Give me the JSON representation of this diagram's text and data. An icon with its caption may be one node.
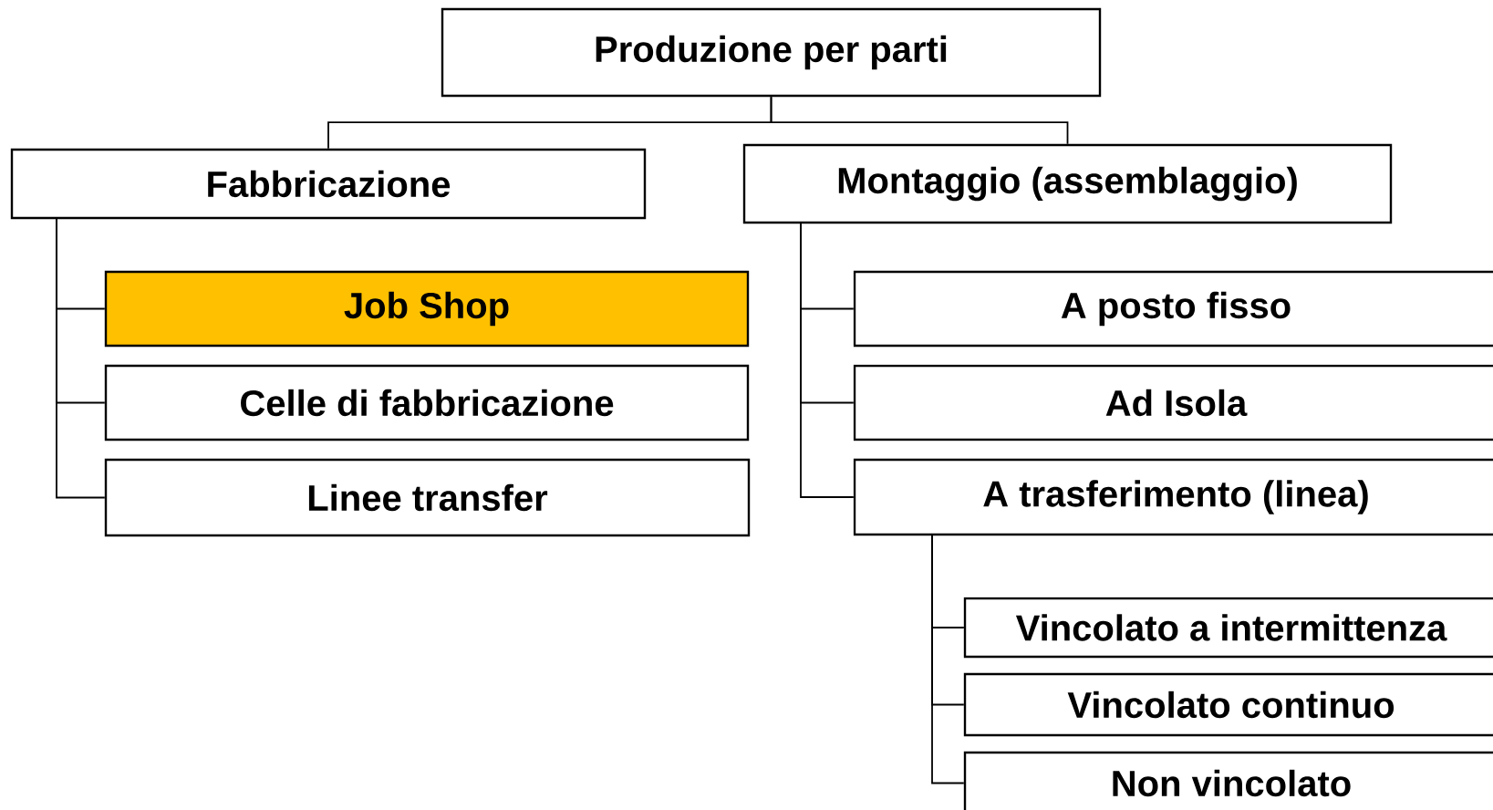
{
  "diagram": {
    "nodes": [
      {
        "text": [
          "Produzione per parti"
        ]
      },
      {
        "text": [
          "Fabbricazione"
        ]
      },
      {
        "text": [
          "Montaggio (assemblaggio)"
        ]
      },
      {
        "text": [
          "Job Shop"
        ]
      },
      {
        "text": [
          "Celle di fabbricazione"
        ]
      },
      {
        "text": [
          "Linee transfer"
        ]
      },
      {
        "text": [
          "A posto fisso"
        ]
      },
      {
        "text": [
          "Ad Isola"
        ]
      },
      {
        "text": [
          "A trasferimento (linea)"
        ]
      },
      {
        "text": [
          "Vincolato a intermittenza"
        ]
      },
      {
        "text": [
          "Vincolato continuo"
        ]
      },
      {
        "text": [
          "Non vincolato"
        ]
      }
    ],
    "edges": [
      {
        "from": 0,
        "to": 1,
        "arrow": "none"
      },
      {
        "from": 0,
        "to": 2,
        "arrow": "none"
      },
      {
        "from": 1,
        "to": 3,
        "arrow": "none"
      },
      {
        "from": 1,
        "to": 4,
        "arrow": "none"
      },
      {
        "from": 1,
        "to": 5,
        "arrow": "none"
      },
      {
        "from": 2,
        "to": 6,
        "arrow": "none"
      },
      {
        "from": 2,
        "to": 7,
        "arrow": "none"
      },
      {
        "from": 2,
        "to": 8,
        "arrow": "none"
      },
      {
        "from": 8,
        "to": 9,
        "arrow": "none"
      },
      {
        "from": 8,
        "to": 10,
        "arrow": "none"
      },
      {
        "from": 8,
        "to": 11,
        "arrow": "none"
      }
    ]
  }
}
